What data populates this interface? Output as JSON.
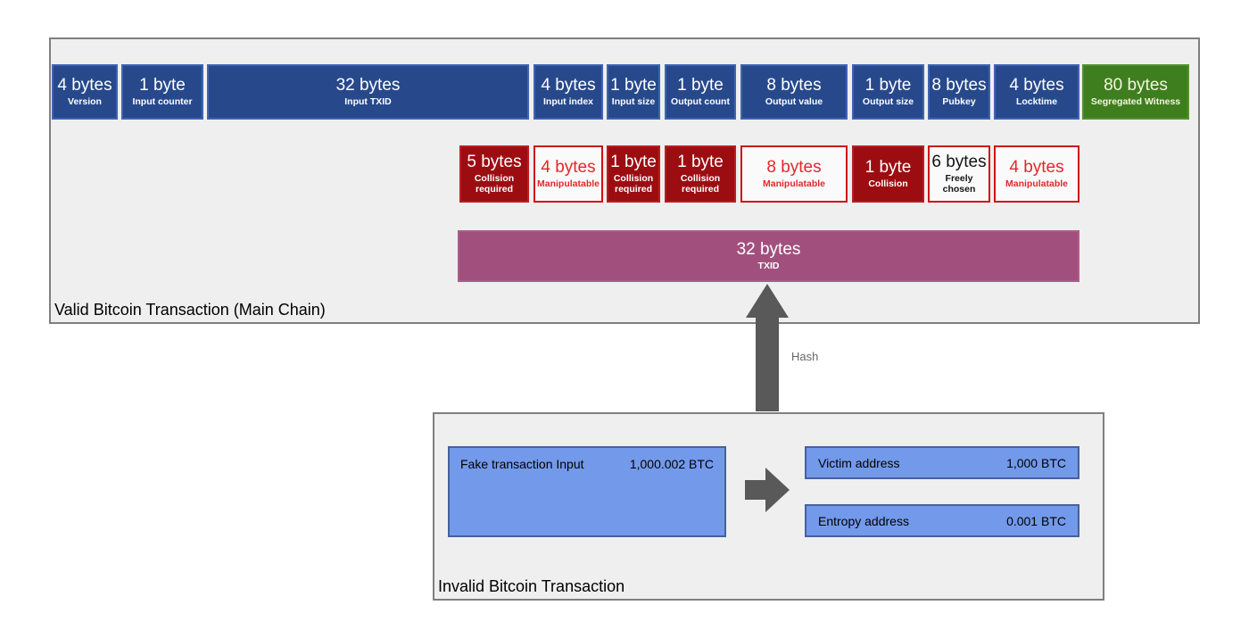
{
  "valid_tx": {
    "title": "Valid Bitcoin Transaction (Main Chain)",
    "fields": [
      {
        "size": "4 bytes",
        "label": "Version"
      },
      {
        "size": "1 byte",
        "label": "Input counter"
      },
      {
        "size": "32 bytes",
        "label": "Input TXID"
      },
      {
        "size": "4 bytes",
        "label": "Input index"
      },
      {
        "size": "1 byte",
        "label": "Input size"
      },
      {
        "size": "1 byte",
        "label": "Output count"
      },
      {
        "size": "8 bytes",
        "label": "Output value"
      },
      {
        "size": "1 byte",
        "label": "Output size"
      },
      {
        "size": "8 bytes",
        "label": "Pubkey"
      },
      {
        "size": "4 bytes",
        "label": "Locktime"
      },
      {
        "size": "80 bytes",
        "label": "Segregated Witness"
      }
    ],
    "attack_fields": [
      {
        "size": "5 bytes",
        "label": "Collision required",
        "style": "filled"
      },
      {
        "size": "4 bytes",
        "label": "Manipulatable",
        "style": "outline"
      },
      {
        "size": "1 byte",
        "label": "Collision required",
        "style": "filled"
      },
      {
        "size": "1 byte",
        "label": "Collision required",
        "style": "filled"
      },
      {
        "size": "8 bytes",
        "label": "Manipulatable",
        "style": "outline"
      },
      {
        "size": "1 byte",
        "label": "Collision",
        "style": "filled"
      },
      {
        "size": "6 bytes",
        "label": "Freely chosen",
        "style": "outline-black"
      },
      {
        "size": "4 bytes",
        "label": "Manipulatable",
        "style": "outline"
      }
    ],
    "txid": {
      "size": "32 bytes",
      "label": "TXID"
    }
  },
  "hash_label": "Hash",
  "invalid_tx": {
    "title": "Invalid Bitcoin Transaction",
    "input": {
      "label": "Fake transaction Input",
      "value": "1,000.002 BTC"
    },
    "outputs": [
      {
        "label": "Victim address",
        "value": "1,000 BTC"
      },
      {
        "label": "Entropy address",
        "value": "0.001 BTC"
      }
    ]
  },
  "colors": {
    "field_blue": "#27498c",
    "segwit_green": "#3f7e1e",
    "collision_red": "#9c0d12",
    "manipulatable_red": "#e5262b",
    "txid_purple": "#a1507e",
    "address_blue": "#7399ea",
    "arrow_gray": "#595959",
    "panel_gray": "#efefef"
  }
}
